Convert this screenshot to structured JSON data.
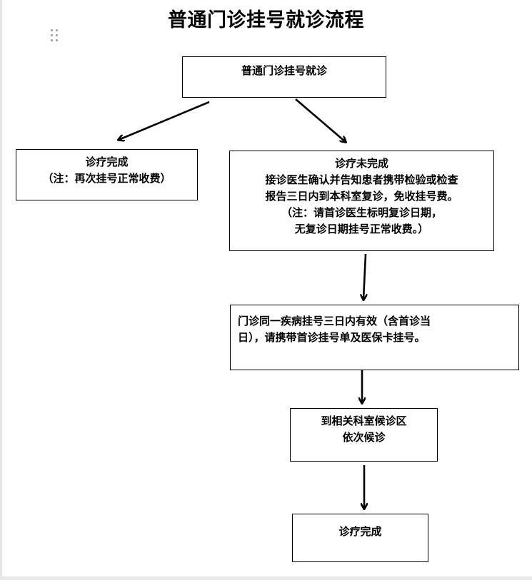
{
  "title": "普通门诊挂号就诊流程",
  "nodes": {
    "start": {
      "lines": [
        "普通门诊挂号就诊"
      ]
    },
    "treatment_complete": {
      "lines": [
        "诊疗完成",
        "（注：再次挂号正常收费）"
      ]
    },
    "treatment_incomplete": {
      "lines": [
        "诊疗未完成",
        "接诊医生确认并告知患者携带检验或检查",
        "报告三日内到本科室复诊，免收挂号费。",
        "（注：请首诊医生标明复诊日期，",
        "无复诊日期挂号正常收费。）"
      ]
    },
    "same_illness": {
      "lines": [
        "门诊同一疾病挂号三日内有效（含首诊当",
        "日），请携带首诊挂号单及医保卡挂号。"
      ]
    },
    "wait_area": {
      "lines": [
        "到相关科室候诊区",
        "依次候诊"
      ]
    },
    "final_complete": {
      "lines": [
        "诊疗完成"
      ]
    }
  },
  "edges": [
    {
      "from": "start",
      "to": "treatment_complete"
    },
    {
      "from": "start",
      "to": "treatment_incomplete"
    },
    {
      "from": "treatment_incomplete",
      "to": "same_illness"
    },
    {
      "from": "same_illness",
      "to": "wait_area"
    },
    {
      "from": "wait_area",
      "to": "final_complete"
    }
  ],
  "colors": {
    "stroke": "#000000",
    "background": "#ffffff",
    "handle": "#9b9b9b"
  },
  "icons": {
    "drag_handle": "drag-handle-icon"
  }
}
